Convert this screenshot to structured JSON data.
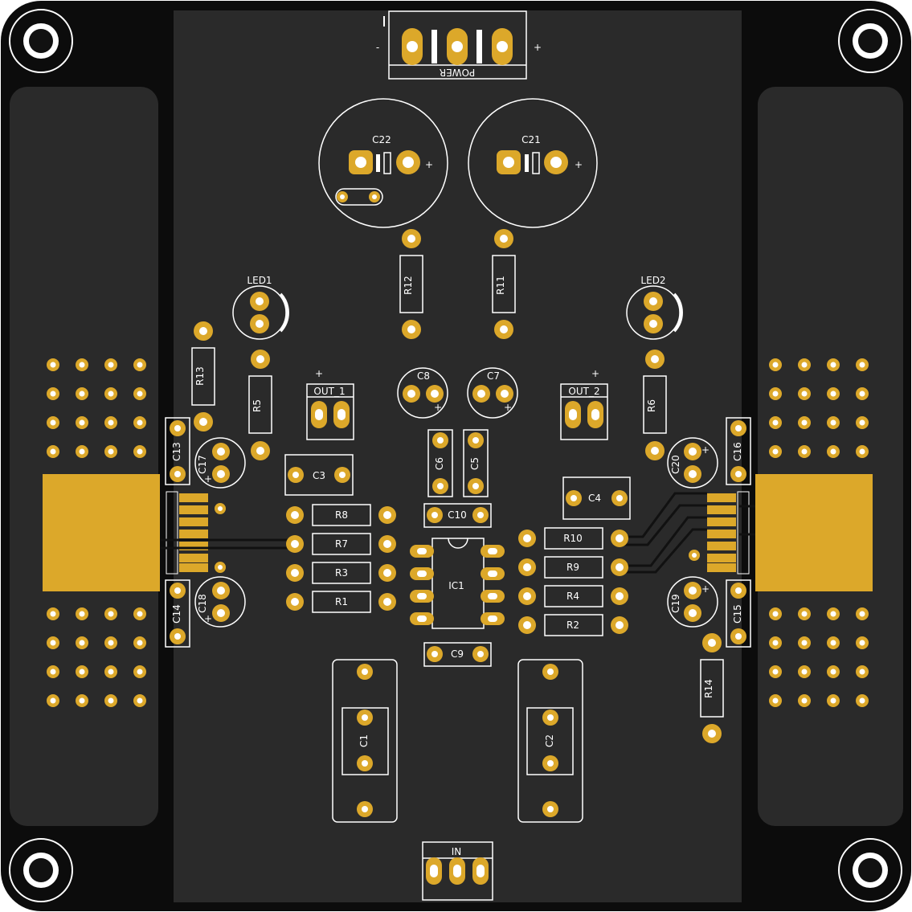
{
  "colors": {
    "board": "#0c0c0c",
    "inner": "#2a2a2a",
    "copper": "#dca82a",
    "hole": "#ffffff",
    "silk": "#ffffff",
    "trace": "#111111"
  },
  "labels": {
    "power": "POWER",
    "power_minus": "-",
    "power_plus": "+",
    "c22": "C22",
    "c21": "C21",
    "led1": "LED1",
    "led2": "LED2",
    "r12": "R12",
    "r11": "R11",
    "r13": "R13",
    "r5": "R5",
    "r6": "R6",
    "r14": "R14",
    "out1": "OUT_1",
    "out2": "OUT_2",
    "plus": "+",
    "c8": "C8",
    "c7": "C7",
    "c6": "C6",
    "c5": "C5",
    "c3": "C3",
    "c4": "C4",
    "c10": "C10",
    "c9": "C9",
    "c13": "C13",
    "c14": "C14",
    "c15": "C15",
    "c16": "C16",
    "c17": "C17",
    "c18": "C18",
    "c19": "C19",
    "c20": "C20",
    "r8": "R8",
    "r7": "R7",
    "r3": "R3",
    "r1": "R1",
    "r10": "R10",
    "r9": "R9",
    "r4": "R4",
    "r2": "R2",
    "ic1": "IC1",
    "c1": "C1",
    "c2": "C2",
    "in": "IN"
  }
}
